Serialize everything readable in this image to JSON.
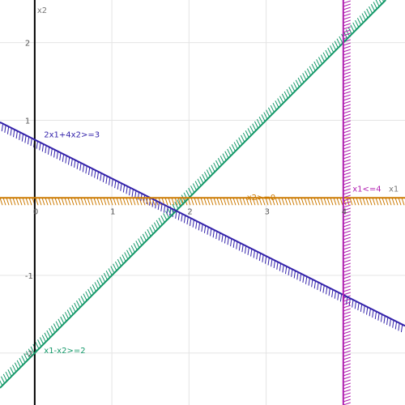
{
  "chart_data": {
    "type": "line",
    "xlabel": "x1",
    "ylabel": "x2",
    "xlim": [
      -0.45,
      4.8
    ],
    "ylim": [
      -2.67,
      2.55
    ],
    "grid": true,
    "x_ticks": [
      {
        "value": 0,
        "label": "0"
      },
      {
        "value": 1,
        "label": "1"
      },
      {
        "value": 2,
        "label": "2"
      },
      {
        "value": 3,
        "label": "3"
      },
      {
        "value": 4,
        "label": "4"
      }
    ],
    "y_ticks": [
      {
        "value": 1,
        "label": "1"
      },
      {
        "value": 2,
        "label": "2"
      },
      {
        "value": -1,
        "label": "-1"
      },
      {
        "value": -2,
        "label": "-2"
      }
    ],
    "constraints": [
      {
        "label": "x1-x2>=2",
        "color": "#15996a",
        "a": 1,
        "b": -1,
        "c": 2,
        "kind": "line",
        "label_anchor": [
          0.12,
          -2.0
        ]
      },
      {
        "label": "2x1+4x2>=3",
        "color": "#3322aa",
        "a": 2,
        "b": 4,
        "c": 3,
        "kind": "line",
        "label_anchor": [
          0.12,
          0.78
        ]
      },
      {
        "label": "x2>=0",
        "color": "#cc7a00",
        "a": 0,
        "b": 1,
        "c": 0,
        "kind": "hline",
        "label_anchor": [
          2.75,
          -0.03
        ]
      },
      {
        "label": "x1<=4",
        "color": "#b020b0",
        "a": 1,
        "b": 0,
        "c": 4,
        "kind": "vline",
        "label_anchor": [
          4.12,
          0.08
        ]
      }
    ]
  }
}
